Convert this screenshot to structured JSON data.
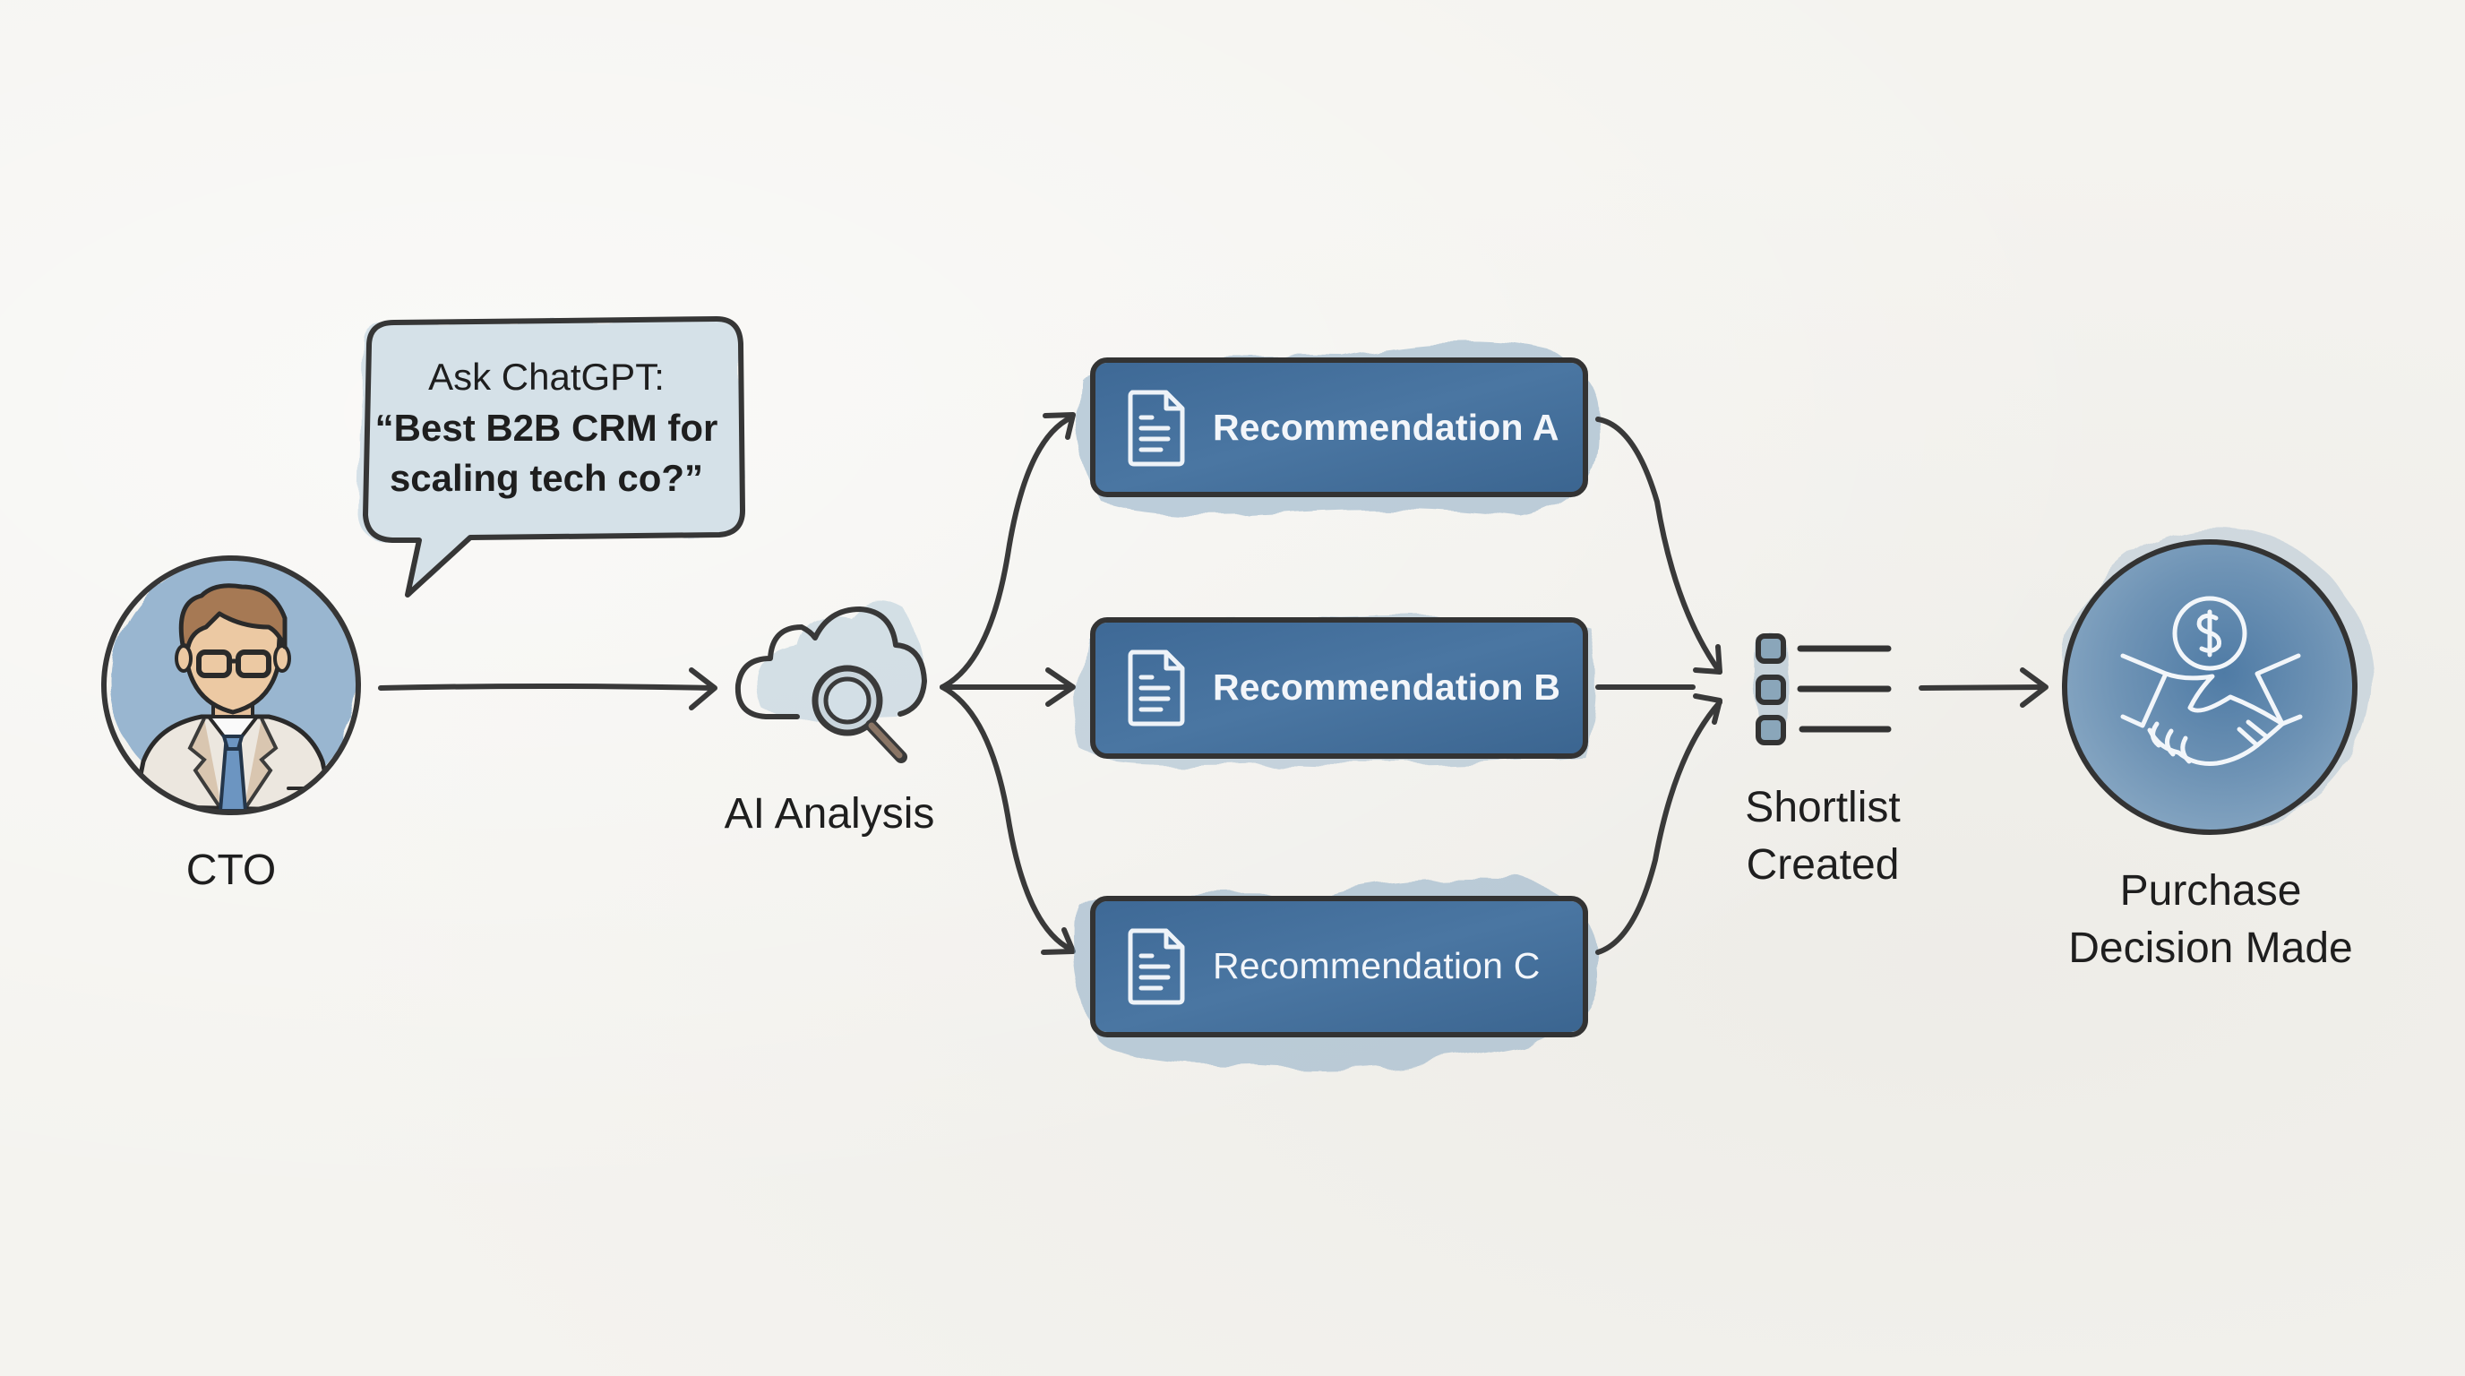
{
  "diagram": {
    "title": "AI-assisted B2B CRM purchase journey",
    "colors": {
      "paper": "#f4f3ef",
      "ink": "#333333",
      "wash_blue": "#3f6a96",
      "wash_light": "#c9d8e3",
      "label_white": "#f3f6fa",
      "skin": "#e9c49f",
      "hair": "#9a6f4c",
      "tie": "#6b95c0"
    },
    "nodes": {
      "cto": {
        "label": "CTO",
        "icon": "person-with-glasses-icon"
      },
      "speech_bubble": {
        "line1": "Ask ChatGPT:",
        "line2": "“Best B2B CRM for",
        "line3": "scaling tech co?”"
      },
      "ai_analysis": {
        "label": "AI Analysis",
        "icon": "cloud-magnifier-icon"
      },
      "recommendations": [
        {
          "label": "Recommendation A",
          "icon": "document-icon"
        },
        {
          "label": "Recommendation B",
          "icon": "document-icon"
        },
        {
          "label": "Recommendation C",
          "icon": "document-icon"
        }
      ],
      "shortlist": {
        "line1": "Shortlist",
        "line2": "Created",
        "icon": "checklist-icon"
      },
      "purchase": {
        "line1": "Purchase",
        "line2": "Decision Made",
        "icon": "handshake-dollar-icon"
      }
    },
    "edges": [
      {
        "from": "cto",
        "to": "ai_analysis"
      },
      {
        "from": "ai_analysis",
        "to": "recommendation_a"
      },
      {
        "from": "ai_analysis",
        "to": "recommendation_b"
      },
      {
        "from": "ai_analysis",
        "to": "recommendation_c"
      },
      {
        "from": "recommendation_a",
        "to": "shortlist"
      },
      {
        "from": "recommendation_b",
        "to": "shortlist"
      },
      {
        "from": "recommendation_c",
        "to": "shortlist"
      },
      {
        "from": "shortlist",
        "to": "purchase"
      }
    ]
  }
}
